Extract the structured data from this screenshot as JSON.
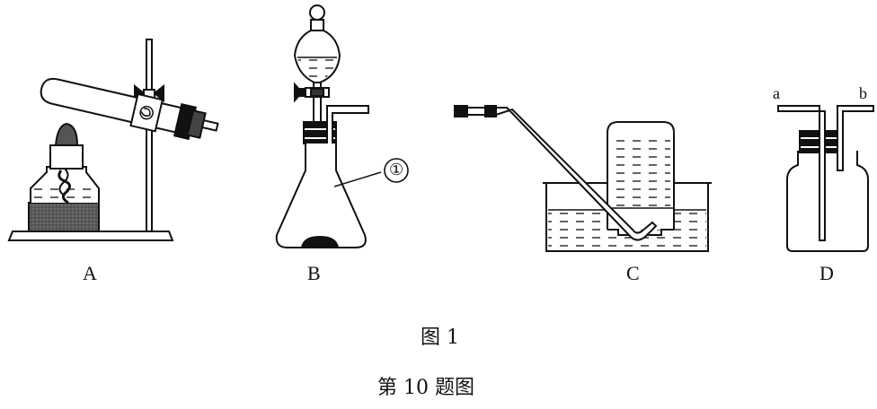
{
  "panels": [
    {
      "label": "A"
    },
    {
      "label": "B",
      "marker": "①"
    },
    {
      "label": "C"
    },
    {
      "label": "D",
      "port_left": "a",
      "port_right": "b"
    }
  ],
  "caption": {
    "figure": "图 1",
    "title": "第 10 题图"
  }
}
